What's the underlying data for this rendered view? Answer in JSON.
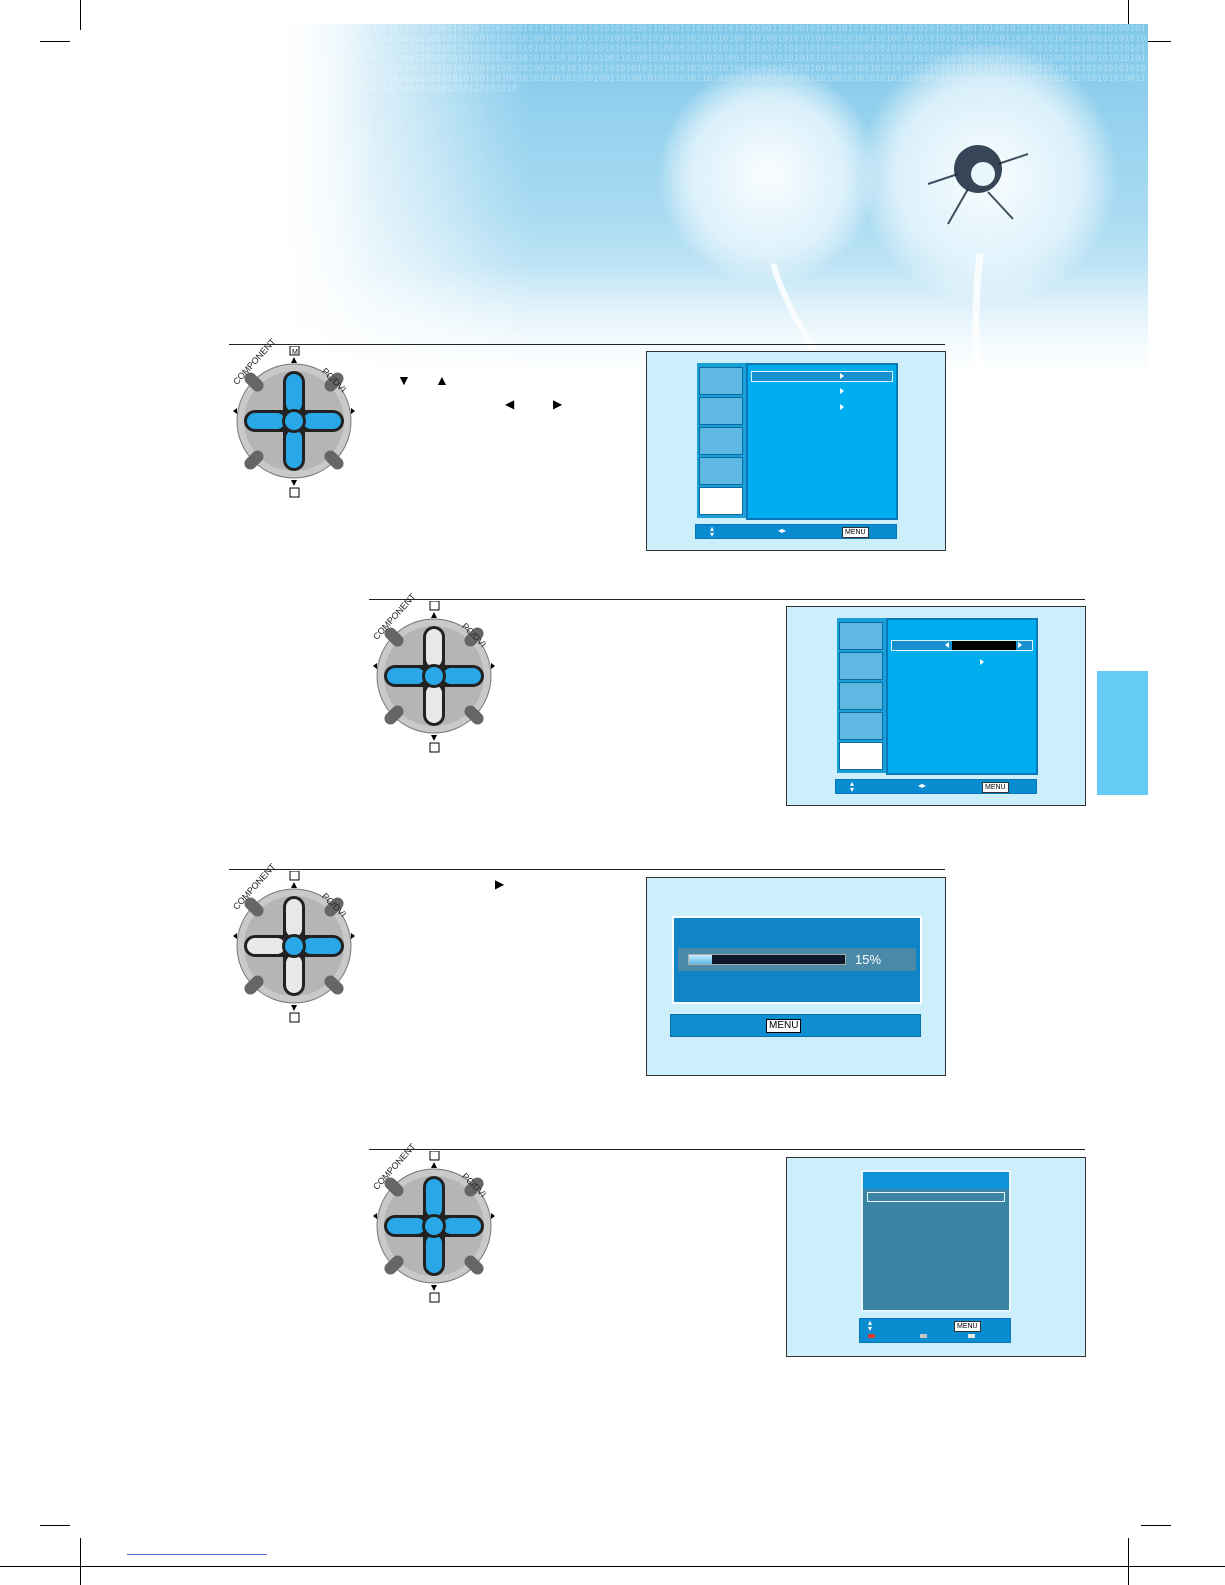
{
  "pages": {
    "top_crop": "",
    "bottom_crop": ""
  },
  "banner": {
    "digits": "0101010100110100101010101010101001101001010101010110101010110101010100110100101010101010101001101001010101010110101010110101010100110100101010101010101001101001010101010110101010110101010100110100101010101010101001101001010101010110101010110101010100110100101010101010101001101001010101010110101010110101010100110100101010101010101001101001010101010110101010110101010100110100101010101010101001101001010101010110101010110101010100110100101010101010101001101001010101010110101010110101010100110100101010101010101001101001010101010110101010110101010100110100101010101010101001101001010101010110101010110101010100110100101010101010101001101001010101010110101010110101010100110100101010101010101001101001010101010110101010110101010100110100101010101010101001101001010101010110101010110101010100110100101010101010101001101001010101010110101010110101010100110100101010101010101001101001010101010110101010110101010100110100101010101010101001101001010101010110101010110101010100110100101010101010101001101001010101010110101010"
  },
  "pads": [
    {
      "label_left": "COMPONENT",
      "label_right": "PC/DVI"
    },
    {
      "label_left": "COMPONENT",
      "label_right": "PC/DVI"
    },
    {
      "label_left": "COMPONENT",
      "label_right": "PC/DVI"
    },
    {
      "label_left": "COMPONENT",
      "label_right": "PC/DVI"
    }
  ],
  "step1": {
    "key_down": "▼",
    "key_up": "▲",
    "key_left": "◀",
    "key_right": "▶"
  },
  "step3": {
    "key_right": "▶"
  },
  "osd": {
    "menu_key": "MENU",
    "progress_percent": 15,
    "progress_text": "15%"
  },
  "colors": {
    "osd_blue": "#00aeef",
    "frame_bg": "#cdeefb",
    "side_tab": "#66ccf5"
  }
}
